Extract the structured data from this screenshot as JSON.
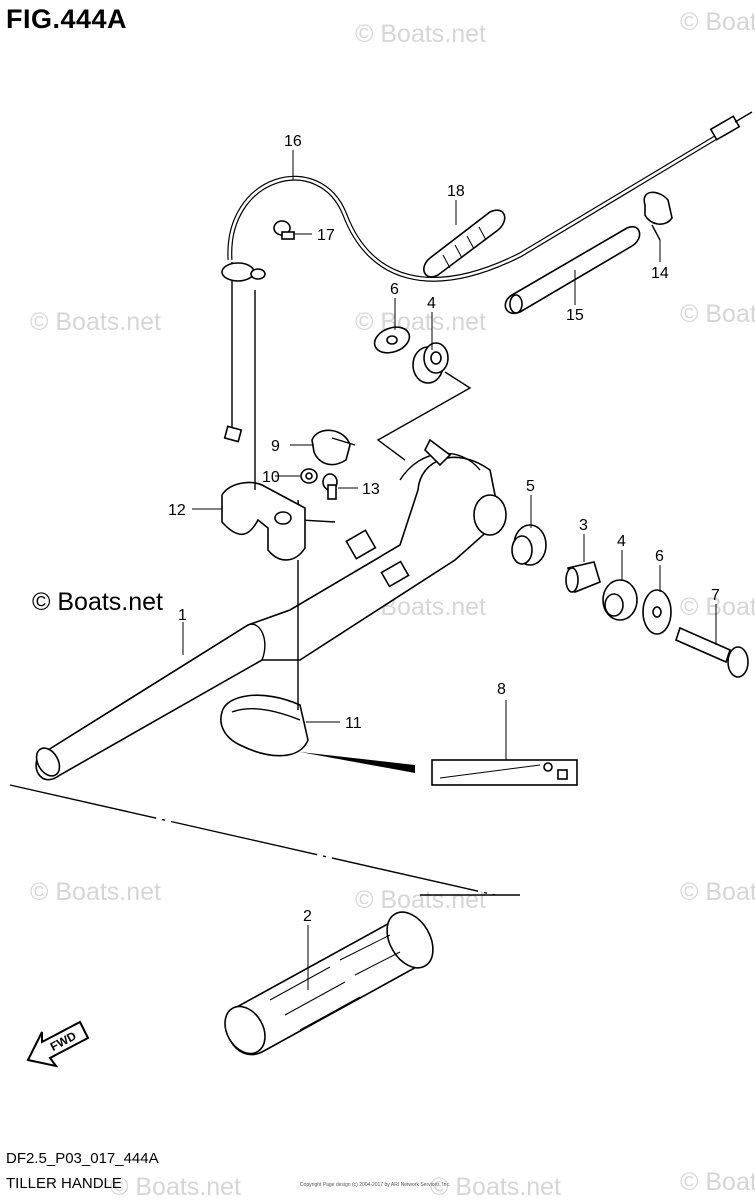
{
  "figure_title": "FIG.444A",
  "footer": {
    "code": "DF2.5_P03_017_444A",
    "name": "TILLER HANDLE"
  },
  "copyright": "© Boats.net",
  "watermark_text": "© Boats.net",
  "small_note": "Copyright Page design (c) 2004-2017 by ARI Network Services, Inc.",
  "fwd_label": "FWD",
  "callouts": [
    "1",
    "2",
    "3",
    "4",
    "4",
    "5",
    "6",
    "6",
    "7",
    "8",
    "9",
    "10",
    "11",
    "12",
    "13",
    "14",
    "15",
    "16",
    "17",
    "18"
  ]
}
